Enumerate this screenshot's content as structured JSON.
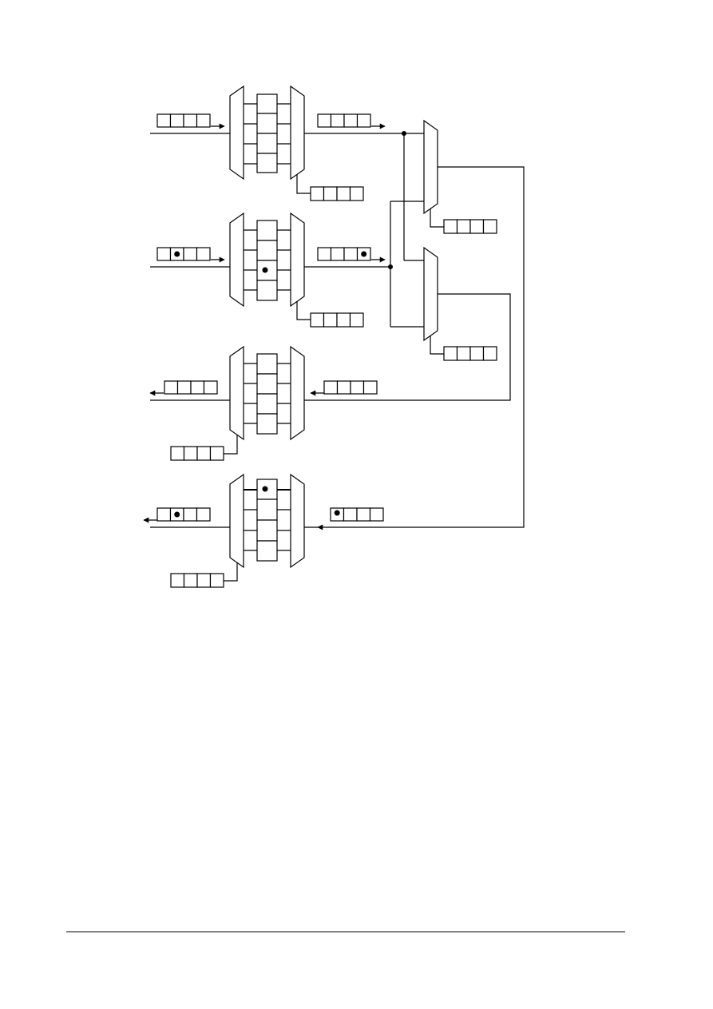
{
  "diagram": {
    "colors": {
      "stroke": "#000000",
      "fill": "#ffffff"
    },
    "ports": [
      {
        "id": "port-1",
        "direction": "input",
        "dot_in_buffer": false,
        "dot_in_packet": false
      },
      {
        "id": "port-2",
        "direction": "input",
        "dot_in_buffer": true,
        "dot_in_packet": true
      },
      {
        "id": "port-3",
        "direction": "output",
        "dot_in_buffer": false,
        "dot_in_packet": false
      },
      {
        "id": "port-4",
        "direction": "output",
        "dot_in_buffer": true,
        "dot_in_packet": true
      }
    ],
    "switches": [
      {
        "id": "switch-top",
        "output_to": "port-4"
      },
      {
        "id": "switch-bottom",
        "output_to": "port-3"
      }
    ]
  }
}
